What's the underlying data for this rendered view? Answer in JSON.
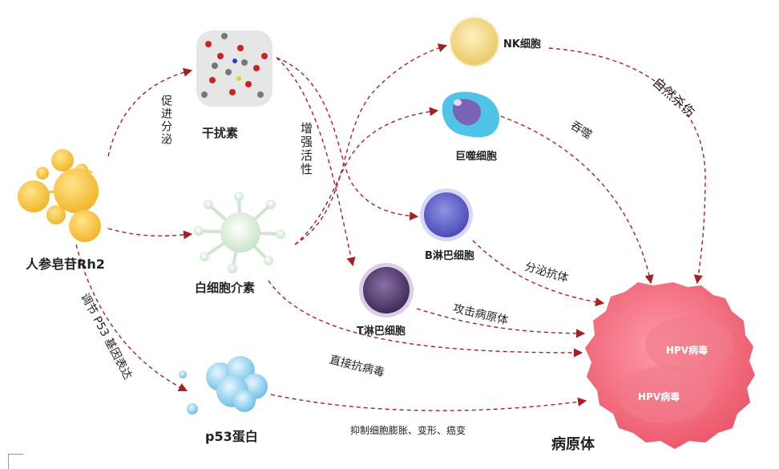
{
  "nodes": {
    "ginsenoside": "人参皂苷Rh2",
    "interferon": "干扰素",
    "interleukin": "白细胞介素",
    "p53": "p53蛋白",
    "nk": "NK细胞",
    "macrophage": "巨噬细胞",
    "bcell": "B淋巴细胞",
    "tcell": "T淋巴细胞",
    "pathogen": "病原体",
    "hpv1": "HPV病毒",
    "hpv2": "HPV病毒"
  },
  "edges": {
    "promote_secretion": "促进分泌",
    "enhance_activity": "增强活性",
    "regulate_p53": "调节 P53 基因表达",
    "natural_kill": "自然杀伤",
    "engulf": "吞噬",
    "secrete_antibody": "分泌抗体",
    "attack_pathogen": "攻击病原体",
    "direct_antivirus": "直接抗病毒",
    "inhibit": "抑制细胞膨胀、变形、癌变"
  },
  "colors": {
    "arrow": "#a81f1f",
    "ginsenoside": "#f5c242",
    "pathogen": "#f06b7c",
    "nk": "#f3d98a",
    "macrophage": "#4fc3e8",
    "bcell": "#6a6cc9",
    "tcell": "#6b4f86"
  }
}
